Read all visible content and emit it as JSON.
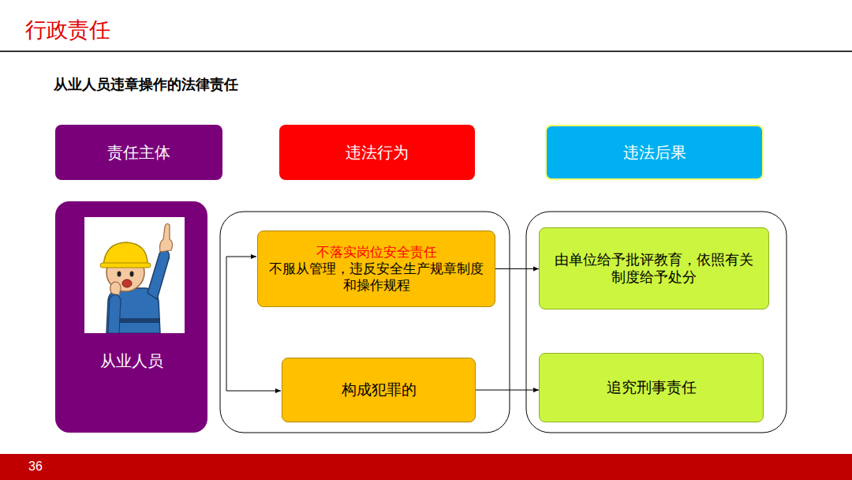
{
  "diagram": {
    "title": "行政责任",
    "nodes": [
      {
        "text": [
          "责任主体"
        ]
      },
      {
        "text": [
          "违法行为"
        ]
      },
      {
        "text": [
          "违法后果"
        ]
      },
      {
        "text": [
          "从业人员"
        ]
      },
      {
        "text": [
          "不落实岗位安全责任",
          "不服从管理，违反安全生产规章制度和操作规程"
        ]
      },
      {
        "text": [
          "由单位给予批评教育，依照有关制度给予处分"
        ]
      },
      {
        "text": [
          "构成犯罪的"
        ]
      },
      {
        "text": [
          "追究刑事责任"
        ]
      }
    ],
    "edges": [
      {
        "from": 4,
        "to": 5,
        "arrow": "to"
      },
      {
        "from": 6,
        "to": 7,
        "arrow": "to"
      }
    ],
    "labels": [
      "从业人员违章操作的法律责任",
      "36"
    ]
  }
}
